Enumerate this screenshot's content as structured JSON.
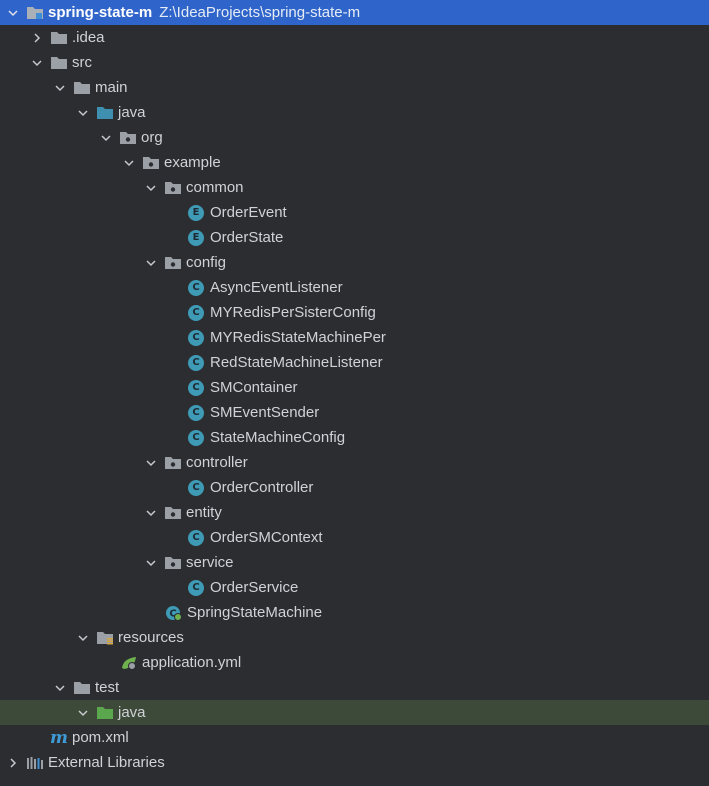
{
  "tree": {
    "project": {
      "name": "spring-state-m",
      "path": "Z:\\IdeaProjects\\spring-state-m"
    },
    "idea": ".idea",
    "src": "src",
    "main": "main",
    "java": "java",
    "org": "org",
    "example": "example",
    "common": {
      "label": "common",
      "items": [
        "OrderEvent",
        "OrderState"
      ]
    },
    "config": {
      "label": "config",
      "items": [
        "AsyncEventListener",
        "MYRedisPerSisterConfig",
        "MYRedisStateMachinePer",
        "RedStateMachineListener",
        "SMContainer",
        "SMEventSender",
        "StateMachineConfig"
      ]
    },
    "controller": {
      "label": "controller",
      "items": [
        "OrderController"
      ]
    },
    "entity": {
      "label": "entity",
      "items": [
        "OrderSMContext"
      ]
    },
    "service": {
      "label": "service",
      "items": [
        "OrderService"
      ]
    },
    "app_class": "SpringStateMachine",
    "resources": "resources",
    "application_yml": "application.yml",
    "test": "test",
    "test_java": "java",
    "pom": "pom.xml",
    "external_libraries": "External Libraries"
  },
  "colors": {
    "background": "#2b2d30",
    "selection": "#2f65ca",
    "highlight_row": "#3d4a3a",
    "folder": "#9aa0a6",
    "source_folder": "#3e8fb0",
    "test_folder": "#5aa74d",
    "class_badge": "#3e9ab5"
  },
  "icons": {
    "expand": "chevron-down-icon",
    "collapse": "chevron-right-icon",
    "folder": "folder-icon",
    "package": "package-icon",
    "class": "class-icon",
    "enum": "enum-icon",
    "spring_boot_app": "spring-boot-app-icon",
    "yaml": "spring-yaml-icon",
    "maven": "maven-icon",
    "libraries": "libraries-icon"
  }
}
